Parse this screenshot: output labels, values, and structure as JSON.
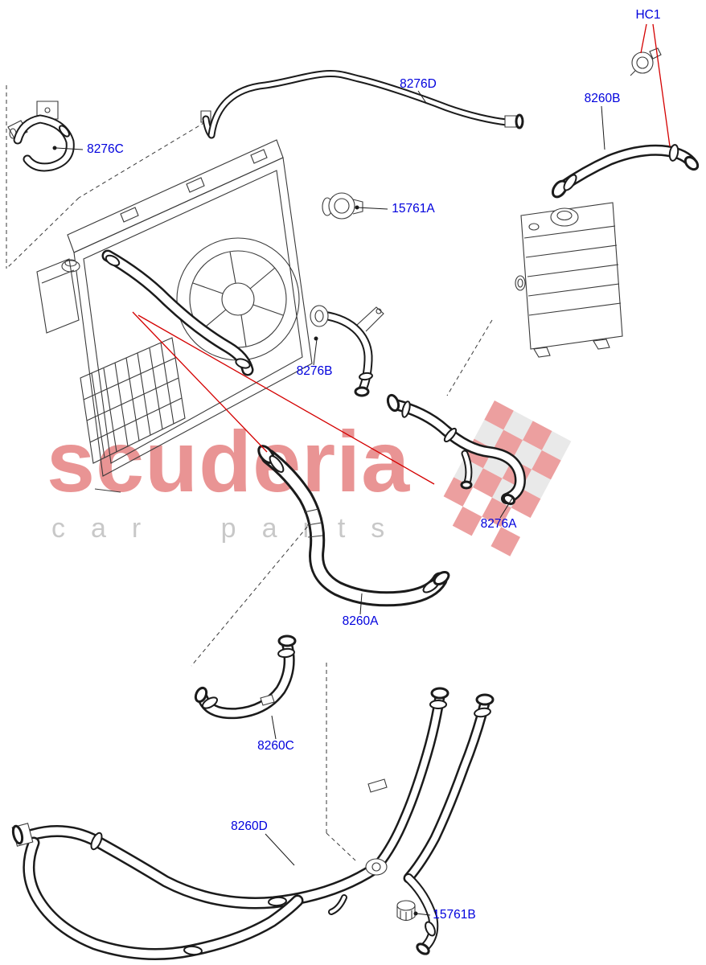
{
  "watermark": {
    "brand": "scuderia",
    "tagline": "car parts"
  },
  "parts": {
    "hc1": "HC1",
    "p8276d": "8276D",
    "p8260b": "8260B",
    "p8276c": "8276C",
    "p15761a": "15761A",
    "p8276b": "8276B",
    "p8276a": "8276A",
    "p8260a": "8260A",
    "p8260c": "8260C",
    "p8260d": "8260D",
    "p15761b": "15761B"
  },
  "colors": {
    "label_color": "#0000dd",
    "leader_red": "#d40000",
    "art_color": "#3a3a3a",
    "wm_red": "#d52b2b",
    "wm_gray": "#9c9c9c"
  }
}
